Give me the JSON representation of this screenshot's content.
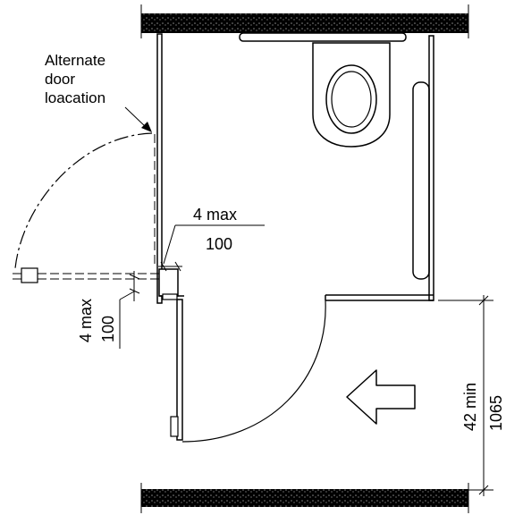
{
  "labels": {
    "alternate_line1": "Alternate",
    "alternate_line2": "door",
    "alternate_line3": "loacation",
    "max_top_num": "4 max",
    "max_top_den": "100",
    "max_left_num": "4 max",
    "max_left_den": "100",
    "min_num": "42 min",
    "min_den": "1065"
  }
}
